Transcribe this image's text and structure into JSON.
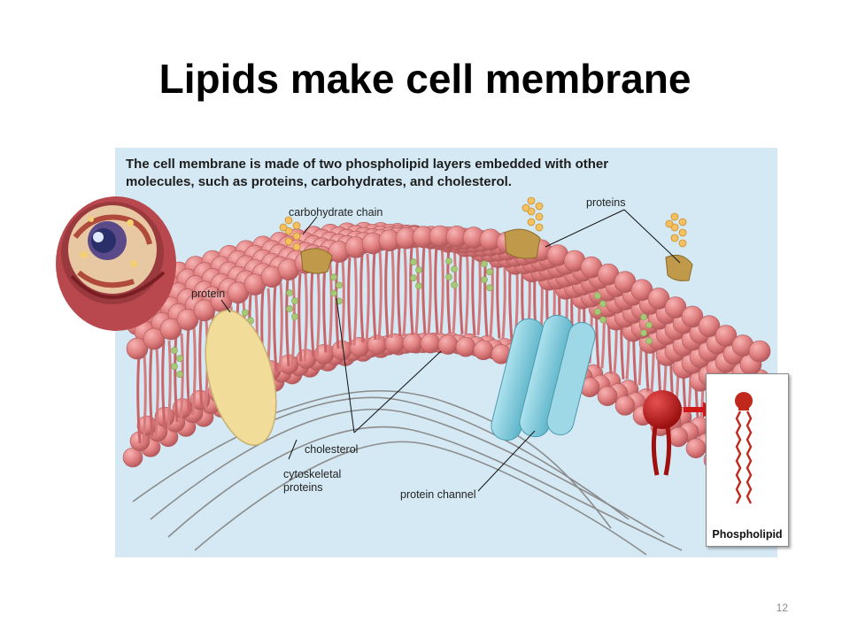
{
  "slide": {
    "title": "Lipids make cell membrane",
    "page_number": "12"
  },
  "figure": {
    "caption": "The cell membrane is made of two phospholipid layers embedded with other molecules, such as proteins, carbohydrates, and cholesterol.",
    "labels": {
      "carbohydrate_chain": "carbohydrate chain",
      "proteins": "proteins",
      "protein": "protein",
      "cholesterol": "cholesterol",
      "cytoskeletal_proteins_line1": "cytoskeletal",
      "cytoskeletal_proteins_line2": "proteins",
      "protein_channel": "protein channel",
      "phospholipid": "Phospholipid"
    },
    "colors": {
      "background": "#d4e9f4",
      "lipid_head": "#e07f80",
      "lipid_tail": "#c96468",
      "cholesterol": "#a8c878",
      "carbohydrate": "#f4c060",
      "protein": "#f2dc9a",
      "channel": "#86cfe0",
      "highlight_phospholipid": "#c01818"
    }
  }
}
